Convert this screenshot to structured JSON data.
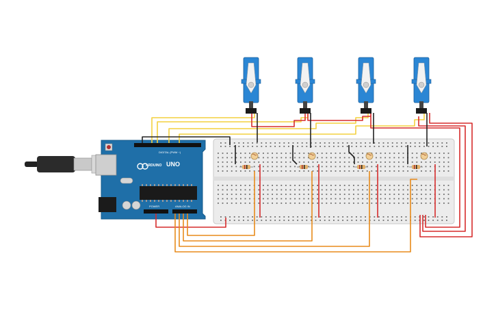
{
  "board": {
    "brand": "ARDUINO",
    "model": "UNO",
    "header_digital": "DIGITAL (PWM ~)",
    "header_power": "POWER",
    "header_analog": "ANALOG IN",
    "color": "#1f6fa8"
  },
  "servos": {
    "count": 4,
    "color": "#2b86d4",
    "horn_color": "#f2f2f2"
  },
  "breadboard": {
    "color": "#ececec"
  },
  "sensors": {
    "type": "photoresistor",
    "count": 4
  },
  "wire_colors": {
    "signal": "#f4d03f",
    "power": "#d62b2b",
    "ground": "#222222",
    "analog": "#e88a1a"
  }
}
